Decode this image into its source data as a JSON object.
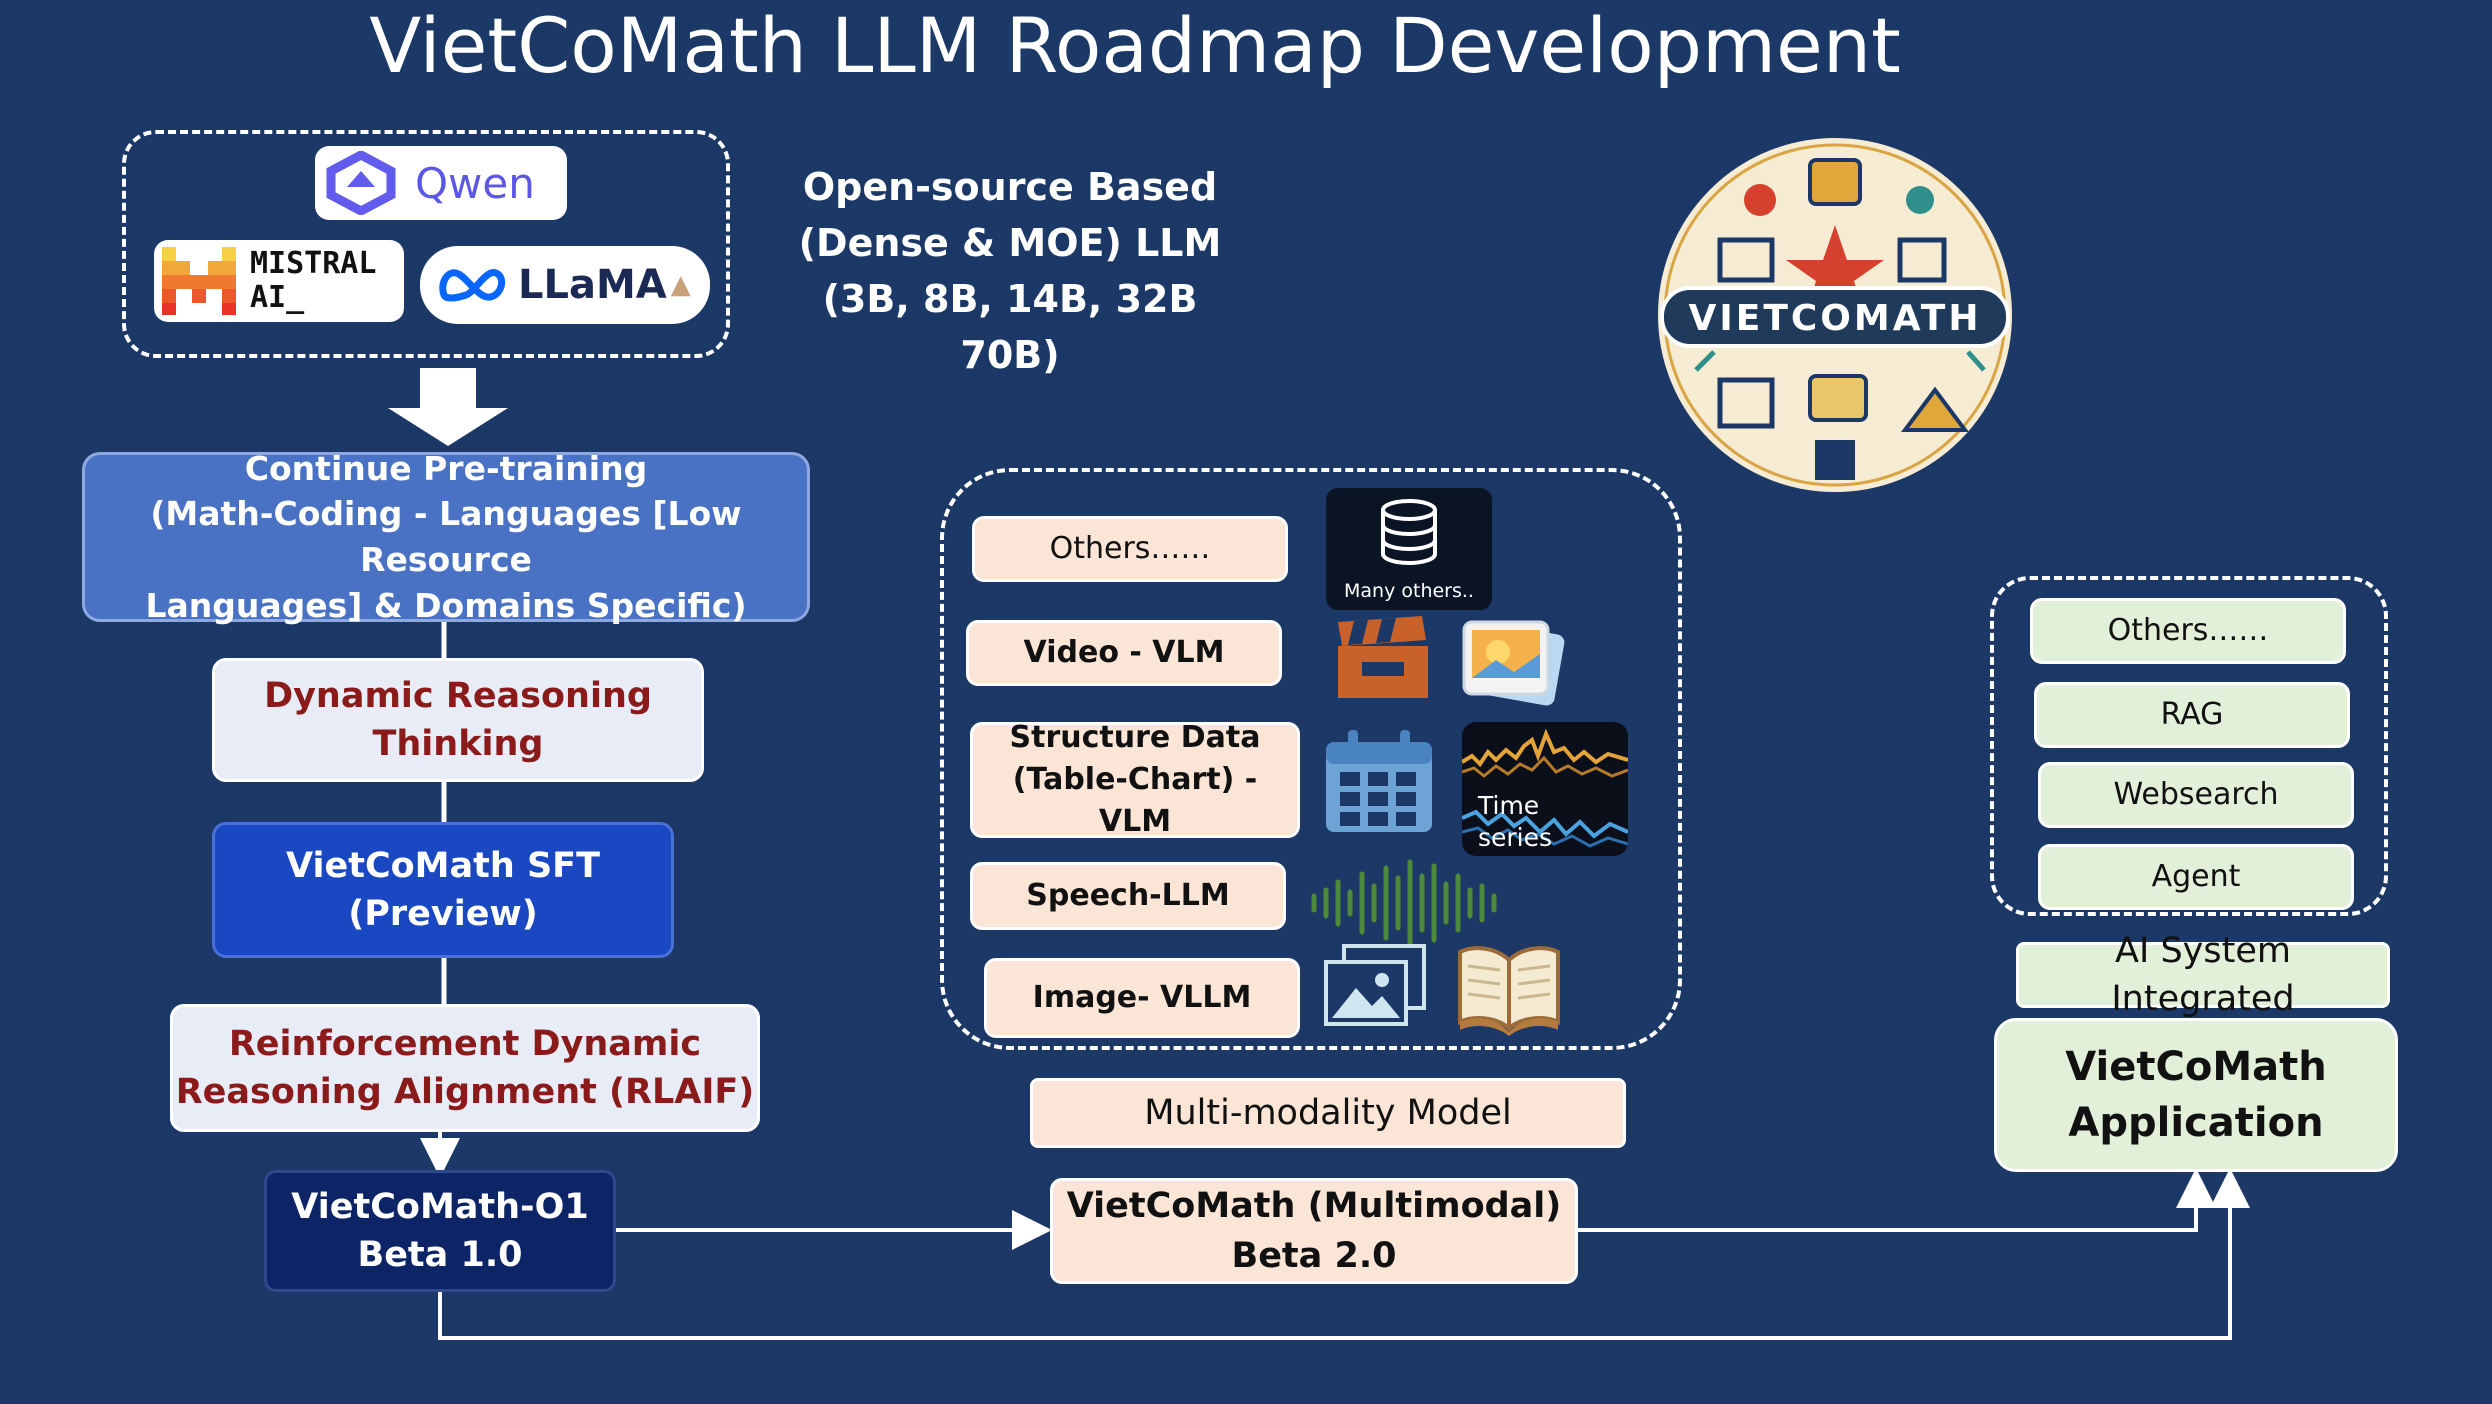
{
  "title": "VietCoMath LLM Roadmap Development",
  "base_models": {
    "qwen": "Qwen",
    "mistral_line1": "MISTRAL",
    "mistral_line2": "AI_",
    "llama": "LLaMA",
    "desc_line1": "Open-source Based",
    "desc_line2": "(Dense & MOE) LLM",
    "desc_line3": "(3B, 8B, 14B, 32B 70B)"
  },
  "emblem": {
    "label": "VIETCOMATH"
  },
  "pipeline": {
    "pretrain_line1": "Continue Pre-training",
    "pretrain_line2": "(Math-Coding - Languages [Low Resource",
    "pretrain_line3": "Languages] & Domains Specific)",
    "reasoning_line1": "Dynamic Reasoning",
    "reasoning_line2": "Thinking",
    "sft_line1": "VietCoMath SFT",
    "sft_line2": "(Preview)",
    "rlaif_line1": "Reinforcement Dynamic",
    "rlaif_line2": "Reasoning Alignment (RLAIF)",
    "o1_line1": "VietCoMath-O1",
    "o1_line2": "Beta 1.0"
  },
  "multimodal": {
    "items": [
      "Others……",
      "Video - VLM",
      "Structure Data",
      "(Table-Chart) - VLM",
      "Speech-LLM",
      "Image- VLLM"
    ],
    "many_others": "Many others..",
    "time_series_line1": "Time",
    "time_series_line2": "series",
    "label": "Multi-modality Model",
    "beta_line1": "VietCoMath (Multimodal)",
    "beta_line2": "Beta 2.0"
  },
  "application": {
    "items": [
      "Others……",
      "RAG",
      "Websearch",
      "Agent"
    ],
    "integrated": "AI System Integrated",
    "app_line1": "VietCoMath",
    "app_line2": "Application"
  },
  "colors": {
    "background": "#1c3866",
    "pretrain": "#4a72c4",
    "light_box": "#e8ecf6",
    "sft": "#1a47c2",
    "o1": "#0d2466",
    "dark_red_text": "#8b1a1a",
    "peach": "#fbe5d6",
    "light_green": "#e2efd9"
  }
}
